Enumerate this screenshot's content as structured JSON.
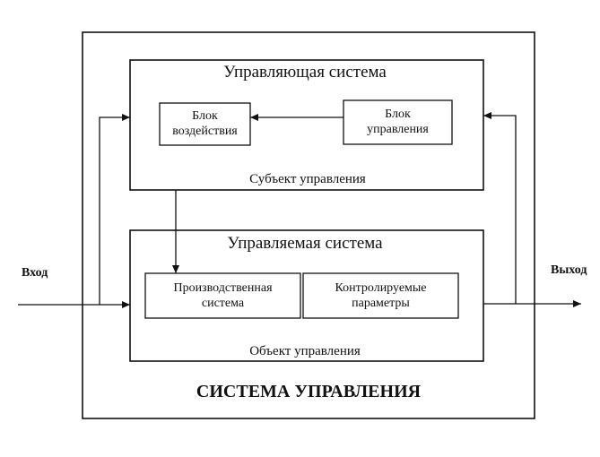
{
  "labels": {
    "input": "Вход",
    "output": "Выход",
    "outer_title": "СИСТЕМА УПРАВЛЕНИЯ",
    "controlling_system": {
      "title": "Управляющая система",
      "caption": "Субъект управления",
      "block_action": [
        "Блок",
        "воздействия"
      ],
      "block_control": [
        "Блок",
        "управления"
      ]
    },
    "controlled_system": {
      "title": "Управляемая система",
      "caption": "Объект управления",
      "block_production": [
        "Производственная",
        "система"
      ],
      "block_parameters": [
        "Контролируемые",
        "параметры"
      ]
    }
  }
}
